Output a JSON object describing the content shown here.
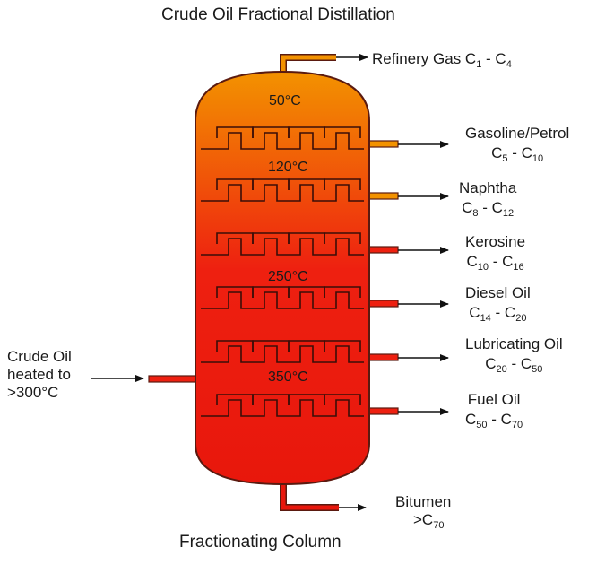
{
  "title": "Crude Oil Fractional Distillation",
  "column_label": "Fractionating Column",
  "input": {
    "line1": "Crude Oil",
    "line2": "heated to",
    "line3": ">300°C"
  },
  "temperatures": [
    "50°C",
    "120°C",
    "250°C",
    "350°C"
  ],
  "top_product": {
    "name": "Refinery Gas C",
    "c1": "1",
    "mid": " - C",
    "c2": "4"
  },
  "fractions": [
    {
      "name": "Gasoline/Petrol",
      "pre": "C",
      "lo": "5",
      "mid": " - C",
      "hi": "10"
    },
    {
      "name": "Naphtha",
      "pre": "C",
      "lo": "8",
      "mid": " - C",
      "hi": "12"
    },
    {
      "name": "Kerosine",
      "pre": "C",
      "lo": "10",
      "mid": " - C",
      "hi": "16"
    },
    {
      "name": "Diesel Oil",
      "pre": "C",
      "lo": "14",
      "mid": " - C",
      "hi": "20"
    },
    {
      "name": "Lubricating Oil",
      "pre": "C",
      "lo": "20",
      "mid": " - C",
      "hi": "50"
    },
    {
      "name": "Fuel Oil",
      "pre": "C",
      "lo": "50",
      "mid": " - C",
      "hi": "70"
    }
  ],
  "bottom_product": {
    "name": "Bitumen",
    "pre": ">C",
    "sub": "70"
  },
  "colors": {
    "top": "#f39200",
    "middle": "#ee2010",
    "bottom": "#e8170c",
    "outline": "#5a1a10"
  }
}
